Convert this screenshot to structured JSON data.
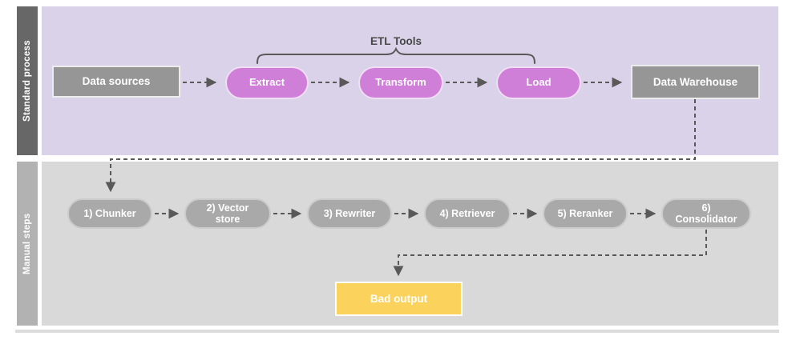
{
  "diagram": {
    "lanes": [
      {
        "label": "Standard process"
      },
      {
        "label": "Manual steps"
      }
    ],
    "annotation": {
      "label": "ETL Tools"
    },
    "standard_nodes": [
      {
        "label": "Data sources",
        "shape": "rect"
      },
      {
        "label": "Extract",
        "shape": "pill"
      },
      {
        "label": "Transform",
        "shape": "pill"
      },
      {
        "label": "Load",
        "shape": "pill"
      },
      {
        "label": "Data Warehouse",
        "shape": "rect"
      }
    ],
    "manual_nodes": [
      {
        "label": "1) Chunker"
      },
      {
        "label": "2) Vector store"
      },
      {
        "label": "3) Rewriter"
      },
      {
        "label": "4) Retriever"
      },
      {
        "label": "5) Reranker"
      },
      {
        "label": "6) Consolidator"
      }
    ],
    "output_node": {
      "label": "Bad output"
    },
    "flow": [
      "Data sources -> Extract -> Transform -> Load -> Data Warehouse",
      "Data Warehouse -> 1) Chunker -> 2) Vector store -> 3) Rewriter -> 4) Retriever -> 5) Reranker -> 6) Consolidator -> Bad output"
    ],
    "colors": {
      "lane_standard_bar": "#676767",
      "lane_standard_bg": "#d9d2e9",
      "lane_manual_bar": "#b2b2b2",
      "lane_manual_bg": "#d9d9d9",
      "gray_node": "#969696",
      "pill_purple": "#cf7fd8",
      "pill_gray": "#a9a9a9",
      "output_yellow": "#fbd35c",
      "connector": "#595959",
      "annotation_text": "#474747",
      "node_text": "#ffffff",
      "bottom_rule": "#dcdcdc"
    }
  }
}
